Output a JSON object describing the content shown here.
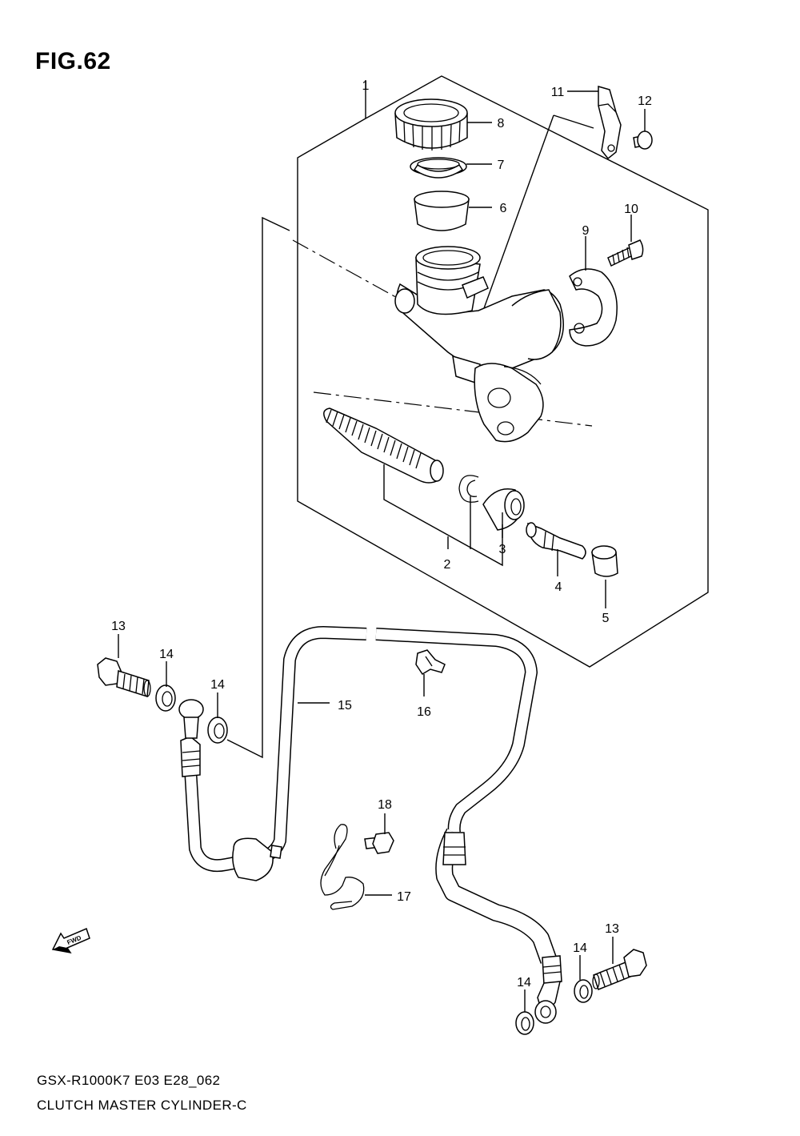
{
  "figure": {
    "title": "FIG.62",
    "model_code": "GSX-R1000K7 E03 E28_062",
    "caption": "CLUTCH MASTER CYLINDER-C",
    "fwd_label": "FWD"
  },
  "callouts": [
    {
      "id": "c1",
      "label": "1"
    },
    {
      "id": "c2",
      "label": "2"
    },
    {
      "id": "c3",
      "label": "3"
    },
    {
      "id": "c4",
      "label": "4"
    },
    {
      "id": "c5",
      "label": "5"
    },
    {
      "id": "c6",
      "label": "6"
    },
    {
      "id": "c7",
      "label": "7"
    },
    {
      "id": "c8",
      "label": "8"
    },
    {
      "id": "c9",
      "label": "9"
    },
    {
      "id": "c10",
      "label": "10"
    },
    {
      "id": "c11",
      "label": "11"
    },
    {
      "id": "c12",
      "label": "12"
    },
    {
      "id": "c13a",
      "label": "13"
    },
    {
      "id": "c13b",
      "label": "13"
    },
    {
      "id": "c14a",
      "label": "14"
    },
    {
      "id": "c14b",
      "label": "14"
    },
    {
      "id": "c14c",
      "label": "14"
    },
    {
      "id": "c14d",
      "label": "14"
    },
    {
      "id": "c15",
      "label": "15"
    },
    {
      "id": "c16",
      "label": "16"
    },
    {
      "id": "c17",
      "label": "17"
    },
    {
      "id": "c18",
      "label": "18"
    }
  ]
}
